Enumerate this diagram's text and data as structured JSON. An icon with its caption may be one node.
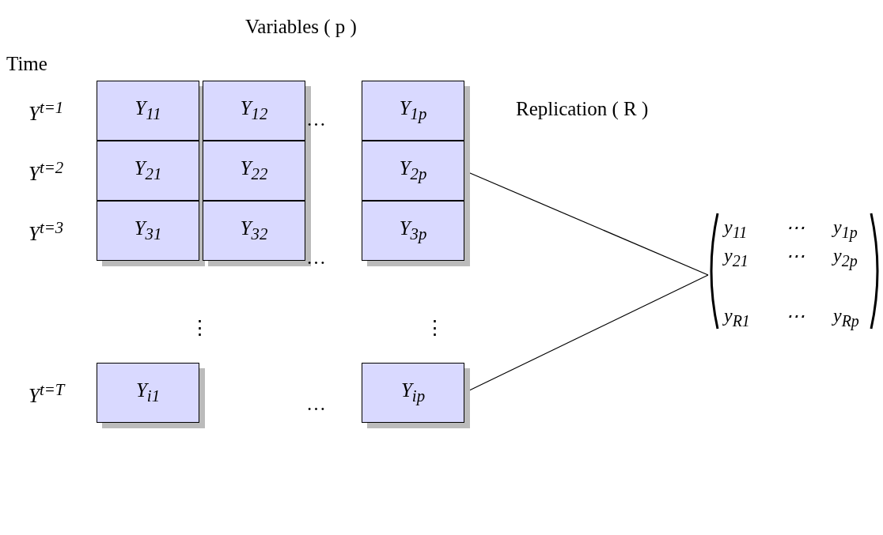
{
  "diagram": {
    "nodes": [
      {
        "text": [
          "Y$_{11}$"
        ]
      },
      {
        "text": [
          "Y$_{12}$"
        ]
      },
      {
        "text": [
          "Y$_{1p}$"
        ]
      },
      {
        "text": [
          "Y$_{21}$"
        ]
      },
      {
        "text": [
          "Y$_{22}$"
        ]
      },
      {
        "text": [
          "Y$_{2p}$"
        ]
      },
      {
        "text": [
          "Y$_{31}$"
        ]
      },
      {
        "text": [
          "Y$_{32}$"
        ]
      },
      {
        "text": [
          "Y$_{3p}$"
        ]
      },
      {
        "text": [
          "Y$_{i1}$"
        ]
      },
      {
        "text": [
          "Y$_{ip}$"
        ]
      },
      {
        "text": [
          "y$_{11}$",
          "⋯",
          "y$_{1p}$",
          "y$_{21}$",
          "⋯",
          "y$_{2p}$",
          "y$_{R1}$",
          "⋯",
          "y$_{Rp}$"
        ]
      }
    ],
    "edges": [
      {
        "from": 5,
        "to": 11,
        "arrow": "none"
      },
      {
        "from": 10,
        "to": 11,
        "arrow": "none"
      }
    ],
    "labels": [
      "Variables ( p )",
      "Time",
      "Y$^{t=1}$",
      "…",
      "Replication ( R )",
      "Y$^{t=2}$",
      "Y$^{t=3}$",
      "…",
      "⋮",
      "⋮",
      "Y$^{t=T}$",
      "…"
    ]
  }
}
